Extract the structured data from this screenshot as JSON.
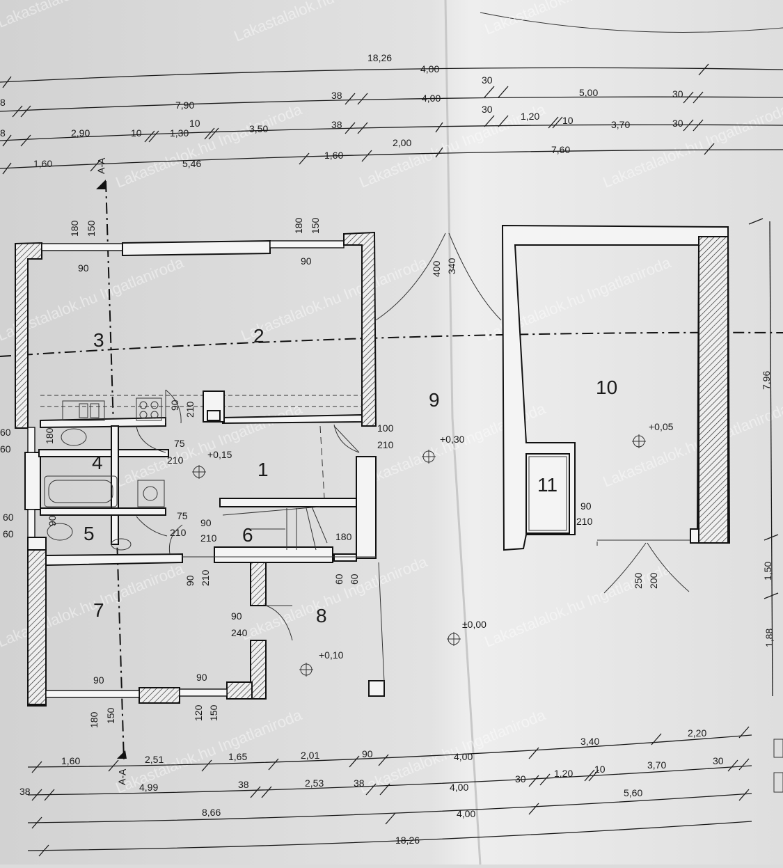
{
  "drawing": {
    "rooms": [
      {
        "id": "r1",
        "label": "1"
      },
      {
        "id": "r2",
        "label": "2"
      },
      {
        "id": "r3",
        "label": "3"
      },
      {
        "id": "r4",
        "label": "4"
      },
      {
        "id": "r5",
        "label": "5"
      },
      {
        "id": "r6",
        "label": "6"
      },
      {
        "id": "r7",
        "label": "7"
      },
      {
        "id": "r8",
        "label": "8"
      },
      {
        "id": "r9",
        "label": "9"
      },
      {
        "id": "r10",
        "label": "10"
      },
      {
        "id": "r11",
        "label": "11"
      }
    ],
    "levels": {
      "l1": "+0,15",
      "l8": "+0,10",
      "l9": "+0,30",
      "l10": "+0,05",
      "lout": "±0,00"
    },
    "section_marker": "A-A",
    "watermark": "Lakastalalok.hu Ingatlaniroda",
    "dims_top": {
      "total": "18,26",
      "r1": [
        "7,90",
        "38",
        "4,00",
        "30",
        "5,00",
        "30"
      ],
      "r2": [
        "2,90",
        "10",
        "1,30",
        "10",
        "3,50",
        "38",
        "4,00",
        "30",
        "1,20",
        "10",
        "3,70",
        "30"
      ],
      "r2_extra": "7,60",
      "r3": [
        "1,60",
        "5,46",
        "1,60",
        "2,00"
      ]
    },
    "dims_bottom": {
      "b1": [
        "1,60",
        "2,51",
        "1,65",
        "2,01",
        "90",
        "4,00",
        "3,40",
        "2,20"
      ],
      "b2": [
        "38",
        "4,99",
        "38",
        "2,53",
        "38",
        "4,00",
        "30",
        "1,20",
        "10",
        "3,70",
        "30"
      ],
      "b2_extra": "5,60",
      "b3": [
        "8,66",
        "4,00"
      ],
      "total": "18,26"
    },
    "dims_right": [
      "7,96",
      "1,50",
      "1,88"
    ],
    "openings": {
      "w_top_left": [
        "180",
        "150",
        "90"
      ],
      "w_top_right": [
        "180",
        "150",
        "90"
      ],
      "door_9": [
        "400",
        "340"
      ],
      "d_100": [
        "100",
        "210"
      ],
      "d_90_k": [
        "90",
        "210"
      ],
      "d_75a": [
        "75",
        "210"
      ],
      "d_75b": [
        "75",
        "210"
      ],
      "d_90b": [
        "90",
        "210"
      ],
      "d_90c": [
        "90",
        "210"
      ],
      "d_180": "180",
      "d_6060": [
        "60",
        "60"
      ],
      "d_8": [
        "90",
        "240"
      ],
      "d_11": [
        "90",
        "210"
      ],
      "garage": [
        "250",
        "200"
      ],
      "w_left1": [
        "60",
        "60"
      ],
      "w_left2": [
        "60",
        "60"
      ],
      "w_bath": [
        "180",
        "90"
      ],
      "w_bottom": [
        "90",
        "90"
      ],
      "w_b1": [
        "180",
        "150"
      ],
      "w_b2": [
        "120",
        "150"
      ],
      "cut_top": "8",
      "cut_top2": "8"
    }
  }
}
